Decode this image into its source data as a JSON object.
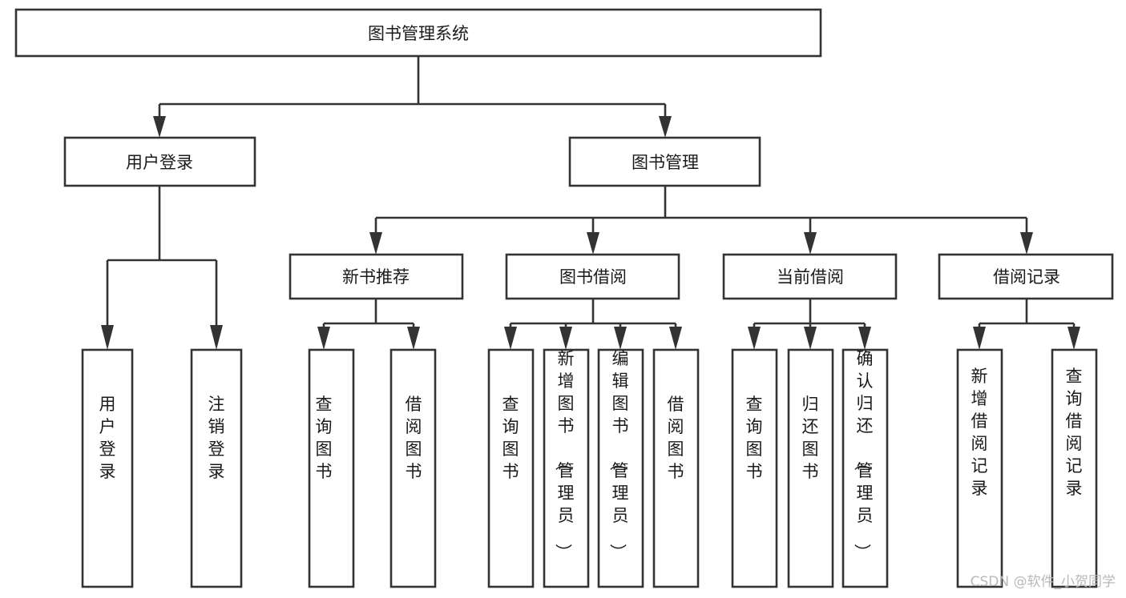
{
  "diagram": {
    "type": "tree",
    "title": "图书管理系统",
    "colors": {
      "stroke": "#333333",
      "fill": "#ffffff",
      "text": "#1a1a1a",
      "watermark": "#b9b9b9",
      "background": "#ffffff"
    },
    "root": {
      "label": "图书管理系统"
    },
    "level2": [
      {
        "label": "用户登录"
      },
      {
        "label": "图书管理"
      }
    ],
    "level3": [
      {
        "label": "新书推荐"
      },
      {
        "label": "图书借阅"
      },
      {
        "label": "当前借阅"
      },
      {
        "label": "借阅记录"
      }
    ],
    "leaves": {
      "user_login": [
        {
          "label": "用户登录"
        },
        {
          "label": "注销登录"
        }
      ],
      "new_book": [
        {
          "label": "查询图书"
        },
        {
          "label": "借阅图书"
        }
      ],
      "book_borrow": [
        {
          "label": "查询图书"
        },
        {
          "label": "新增图书（管理员）"
        },
        {
          "label": "编辑图书（管理员）"
        },
        {
          "label": "借阅图书"
        }
      ],
      "current_borrow": [
        {
          "label": "查询图书"
        },
        {
          "label": "归还图书"
        },
        {
          "label": "确认归还（管理员）"
        }
      ],
      "borrow_record": [
        {
          "label": "新增借阅记录"
        },
        {
          "label": "查询借阅记录"
        }
      ]
    }
  },
  "watermark": {
    "text": "CSDN @软件_小贺同学"
  }
}
